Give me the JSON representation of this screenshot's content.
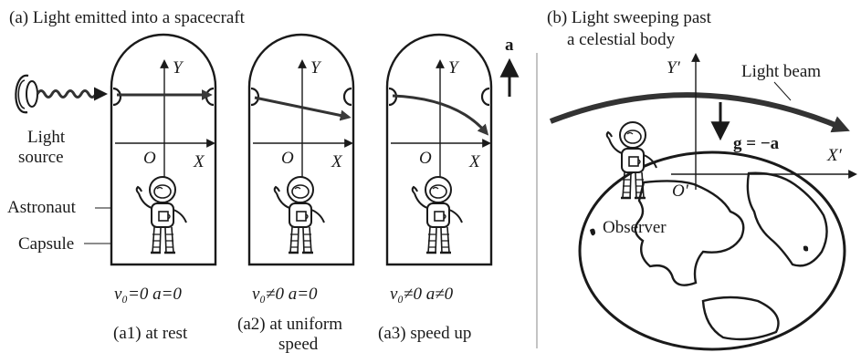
{
  "panel_a": {
    "title": "(a) Light emitted into a spacecraft",
    "light_source_label_1": "Light",
    "light_source_label_2": "source",
    "astronaut_label": "Astronaut",
    "capsule_label": "Capsule",
    "accel_label": "a",
    "capsules": [
      {
        "y_axis": "Y",
        "origin": "O",
        "x_axis": "X",
        "cond": "v₀=0  a=0",
        "caption_1": "(a1) at rest",
        "caption_2": ""
      },
      {
        "y_axis": "Y",
        "origin": "O",
        "x_axis": "X",
        "cond": "v₀≠0  a=0",
        "caption_1": "(a2) at uniform",
        "caption_2": "speed"
      },
      {
        "y_axis": "Y",
        "origin": "O",
        "x_axis": "X",
        "cond": "v₀≠0  a≠0",
        "caption_1": "(a3) speed up",
        "caption_2": ""
      }
    ]
  },
  "panel_b": {
    "title_1": "(b) Light sweeping past",
    "title_2": "a celestial body",
    "y_axis": "Y′",
    "x_axis": "X′",
    "origin": "O′",
    "beam_label": "Light beam",
    "gravity_label": "g = −a",
    "observer_label": "Observer"
  },
  "colors": {
    "ink": "#1a1a1a",
    "beam": "#3a3a3a"
  }
}
